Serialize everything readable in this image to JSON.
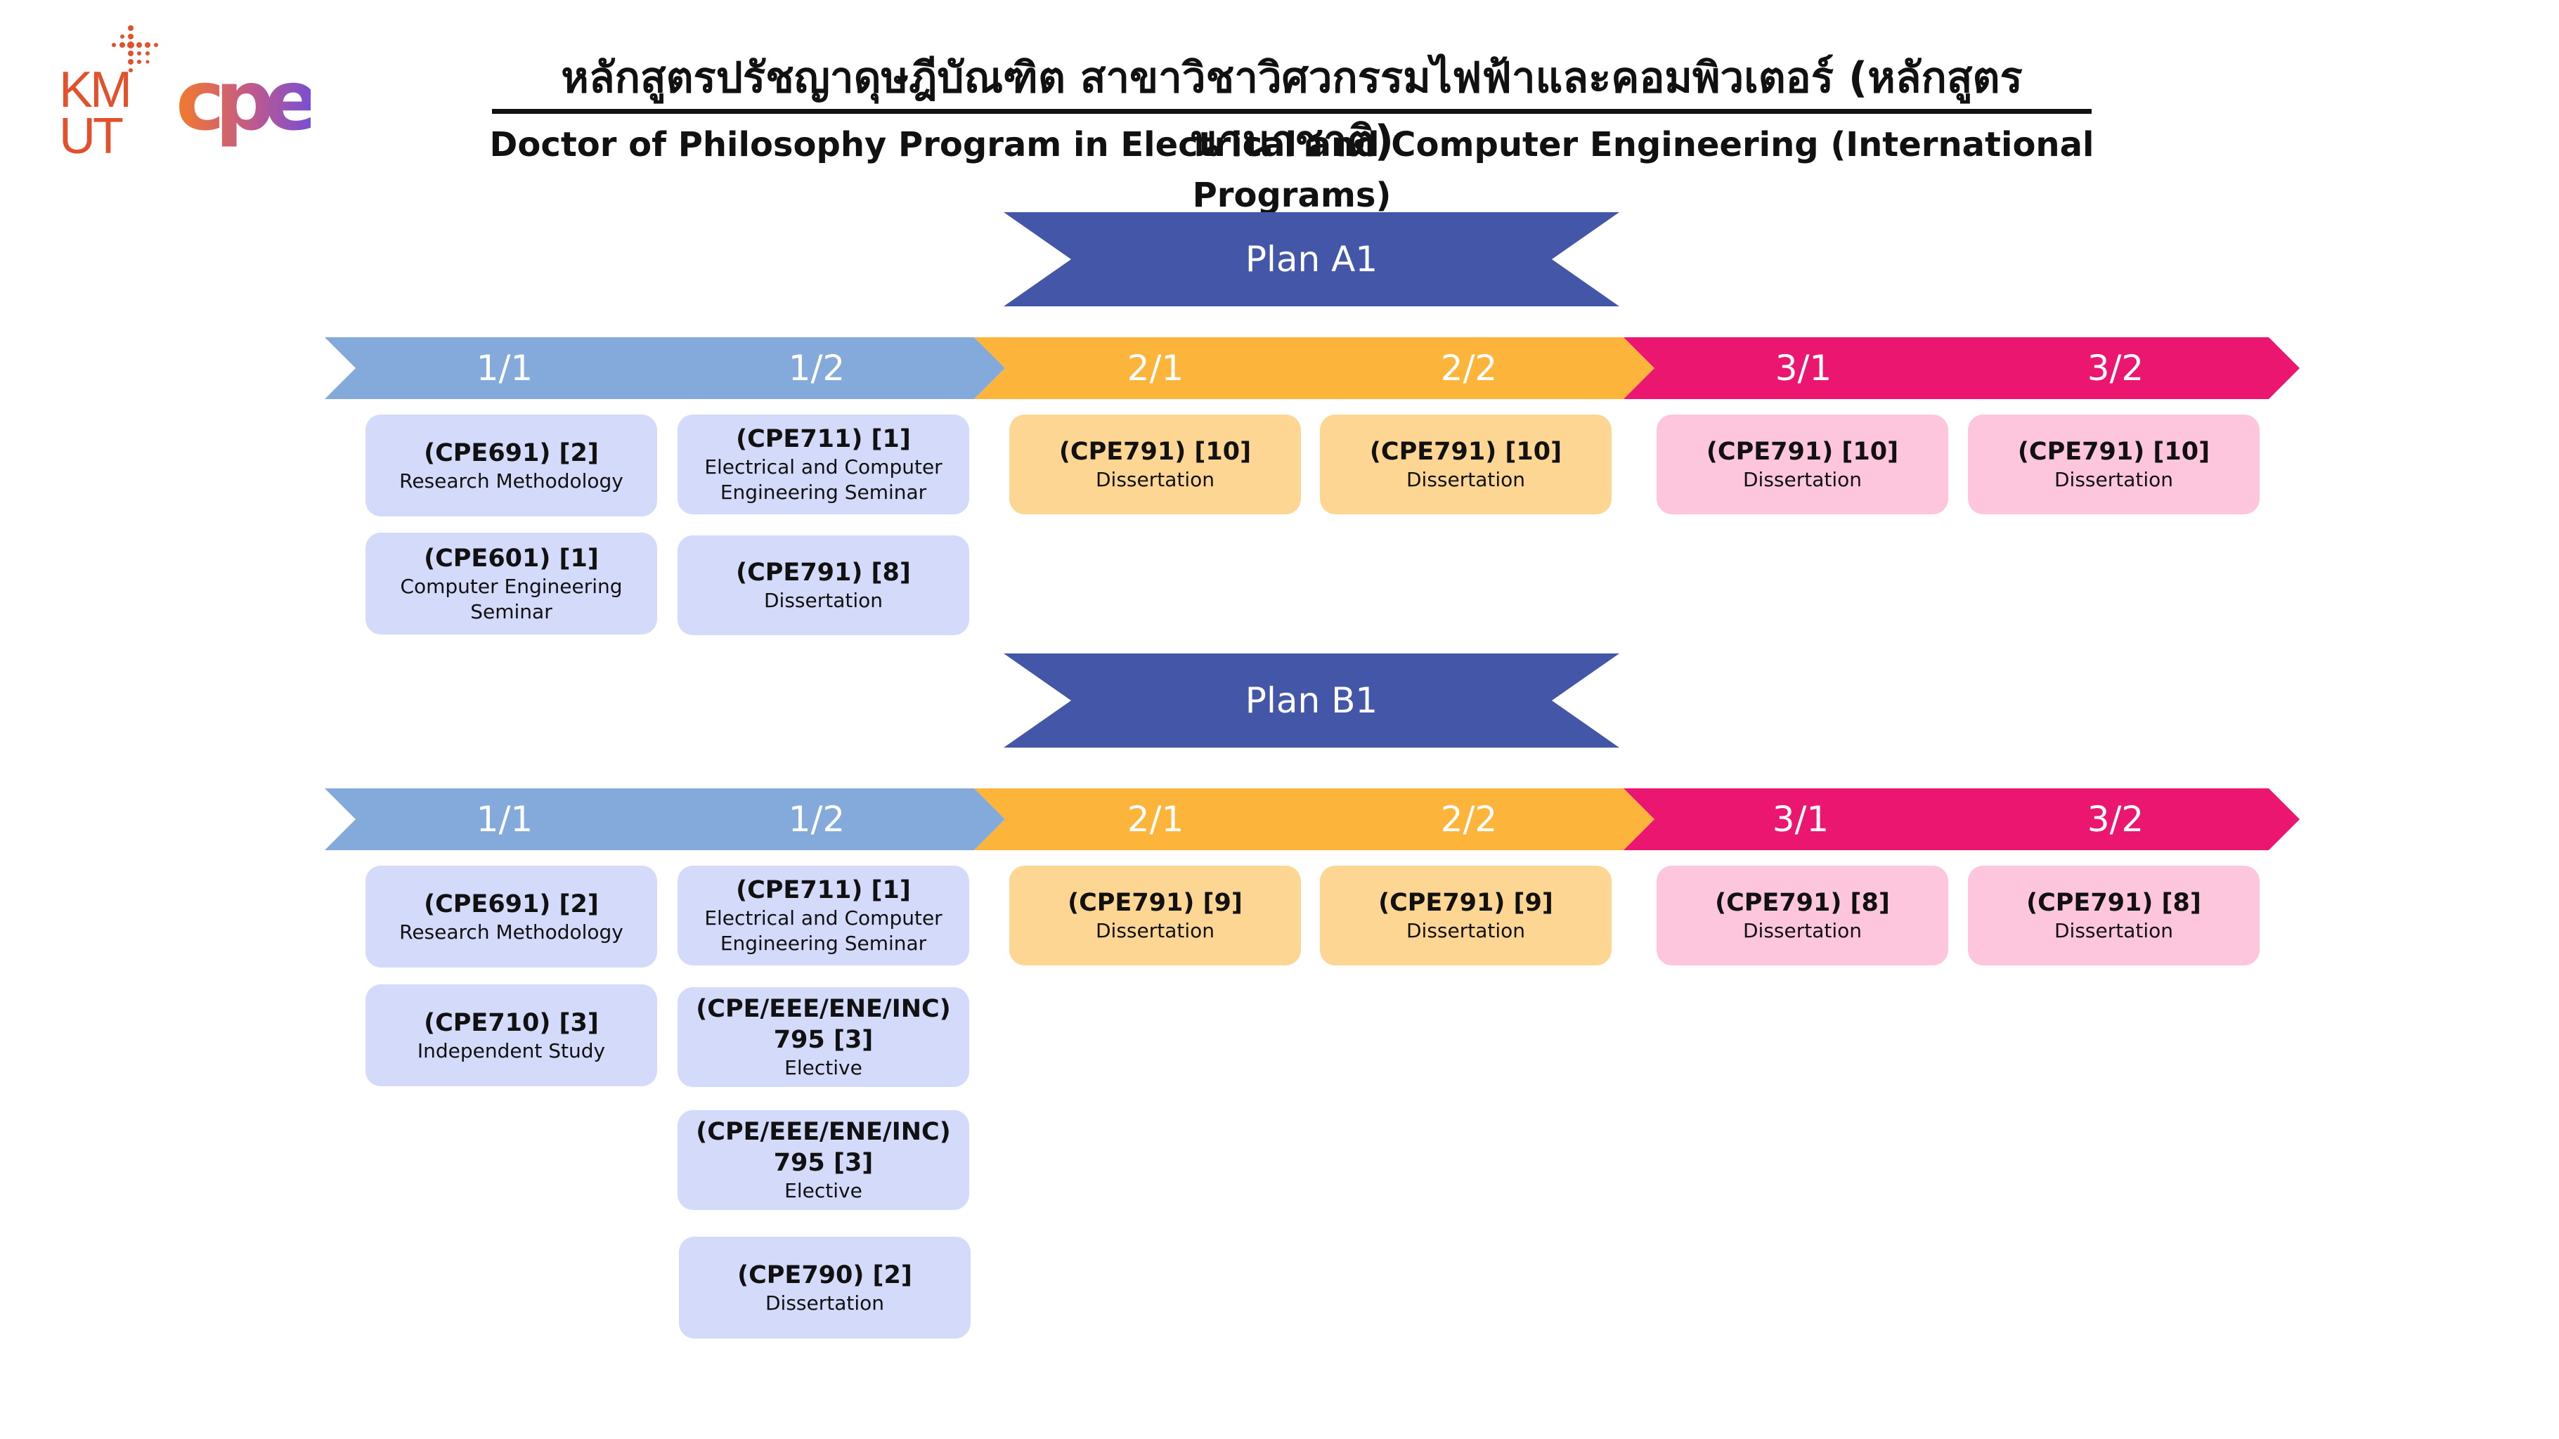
{
  "logos": {
    "kmutt": {
      "line1": "KM",
      "line2": "UT",
      "color": "#e2512c"
    },
    "cpe": {
      "text": "cpe",
      "colors": [
        "#f47a2a",
        "#7a4fd0"
      ]
    }
  },
  "title_th": "หลักสูตรปรัชญาดุษฎีบัณฑิต สาขาวิชาวิศวกรรมไฟฟ้าและคอมพิวเตอร์ (หลักสูตรนานาชาติ)",
  "title_en": "Doctor of Philosophy Program in Electrical and Computer Engineering (International Programs)",
  "colors": {
    "banner": "#4456a8",
    "year1_arrow": "#84aadc",
    "year2_arrow": "#fcb43b",
    "year3_arrow": "#ea1670",
    "year1_box": "#d3dafa",
    "year2_box": "#fdd694",
    "year3_box": "#fdc6dd"
  },
  "plans": [
    {
      "label": "Plan A1",
      "semesters": [
        "1/1",
        "1/2",
        "2/1",
        "2/2",
        "3/1",
        "3/2"
      ],
      "columns": [
        [
          {
            "code": "(CPE691) [2]",
            "name": "Research Methodology"
          },
          {
            "code": "(CPE601) [1]",
            "name": "Computer Engineering Seminar"
          }
        ],
        [
          {
            "code": "(CPE711) [1]",
            "name": "Electrical and Computer Engineering Seminar"
          },
          {
            "code": "(CPE791) [8]",
            "name": "Dissertation"
          }
        ],
        [
          {
            "code": "(CPE791) [10]",
            "name": "Dissertation"
          }
        ],
        [
          {
            "code": "(CPE791) [10]",
            "name": "Dissertation"
          }
        ],
        [
          {
            "code": "(CPE791) [10]",
            "name": "Dissertation"
          }
        ],
        [
          {
            "code": "(CPE791) [10]",
            "name": "Dissertation"
          }
        ]
      ]
    },
    {
      "label": "Plan B1",
      "semesters": [
        "1/1",
        "1/2",
        "2/1",
        "2/2",
        "3/1",
        "3/2"
      ],
      "columns": [
        [
          {
            "code": "(CPE691) [2]",
            "name": "Research Methodology"
          },
          {
            "code": "(CPE710) [3]",
            "name": "Independent Study"
          }
        ],
        [
          {
            "code": "(CPE711) [1]",
            "name": "Electrical and Computer Engineering Seminar"
          },
          {
            "code": "(CPE/EEE/ENE/INC) 795 [3]",
            "name": "Elective"
          },
          {
            "code": "(CPE/EEE/ENE/INC) 795 [3]",
            "name": "Elective"
          },
          {
            "code": "(CPE790) [2]",
            "name": "Dissertation"
          }
        ],
        [
          {
            "code": "(CPE791) [9]",
            "name": "Dissertation"
          }
        ],
        [
          {
            "code": "(CPE791) [9]",
            "name": "Dissertation"
          }
        ],
        [
          {
            "code": "(CPE791) [8]",
            "name": "Dissertation"
          }
        ],
        [
          {
            "code": "(CPE791) [8]",
            "name": "Dissertation"
          }
        ]
      ]
    }
  ]
}
